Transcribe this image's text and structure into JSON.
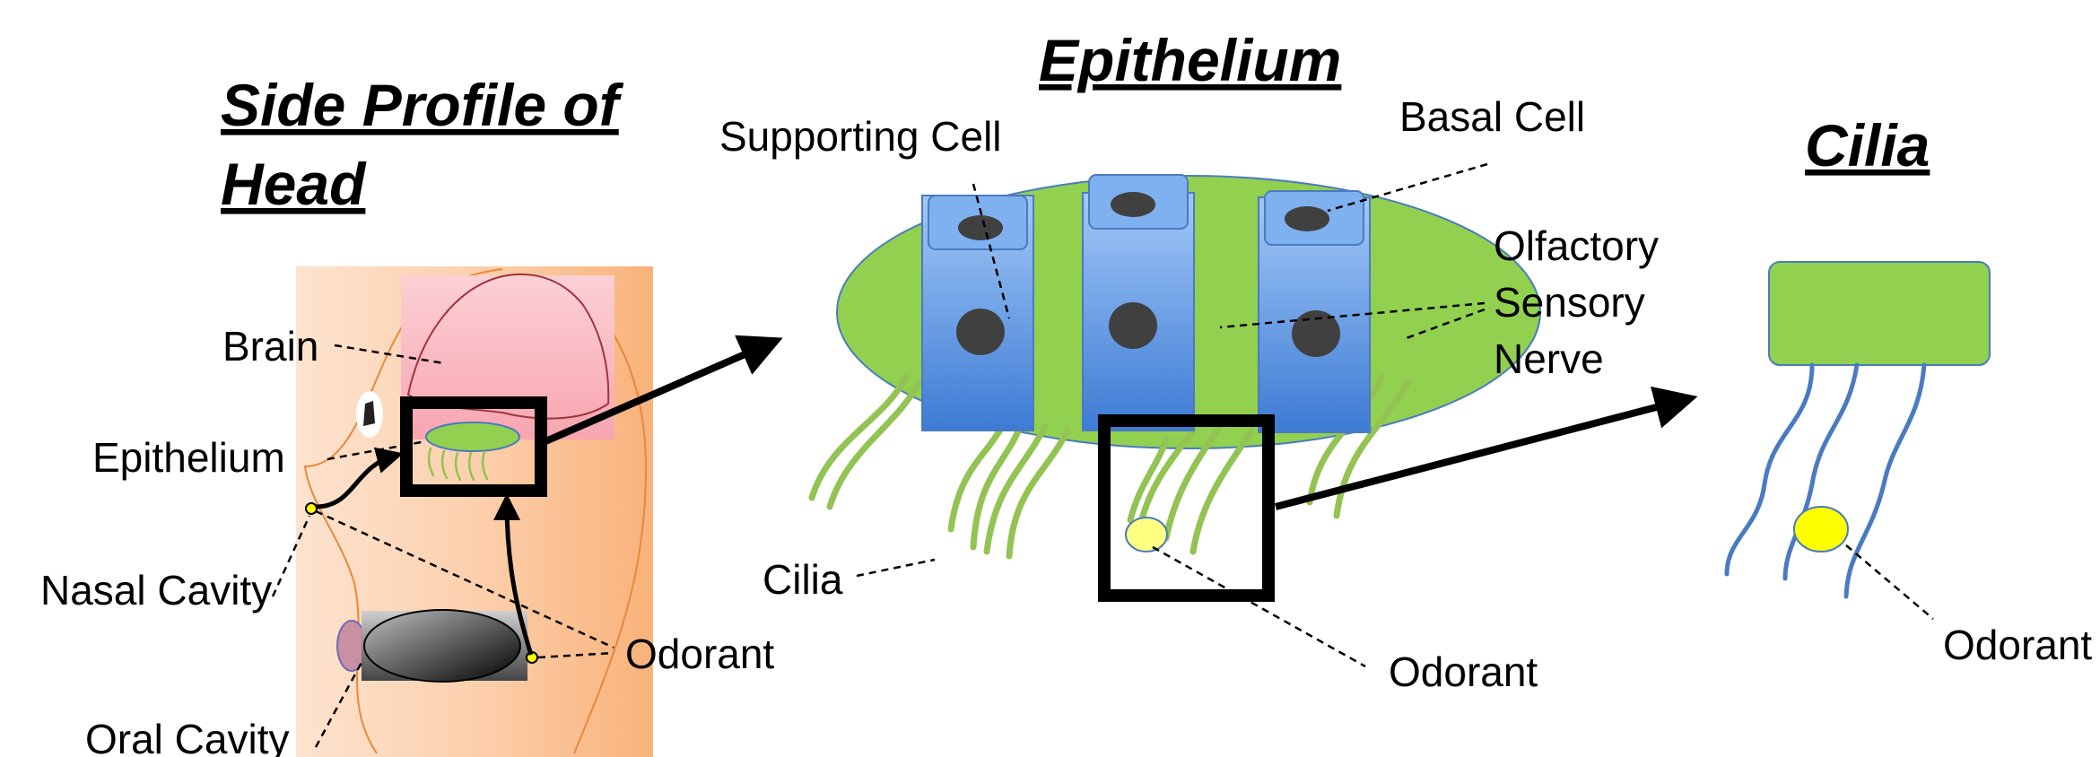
{
  "titles": {
    "side_profile_line1": "Side Profile of",
    "side_profile_line2": "Head",
    "epithelium": "Epithelium",
    "cilia": "Cilia"
  },
  "head_labels": {
    "brain": "Brain",
    "epithelium": "Epithelium",
    "nasal_cavity": "Nasal Cavity",
    "odorant": "Odorant",
    "oral_cavity": "Oral Cavity"
  },
  "epithelium_labels": {
    "supporting_cell": "Supporting Cell",
    "basal_cell": "Basal Cell",
    "olfactory_line1": "Olfactory",
    "olfactory_line2": "Sensory",
    "olfactory_line3": "Nerve",
    "cilia": "Cilia",
    "odorant": "Odorant"
  },
  "cilia_labels": {
    "odorant": "Odorant"
  },
  "colors": {
    "tissue_green": "#92d050",
    "cell_blue_top": "#9dc3f5",
    "cell_blue_bottom": "#3f7fd6",
    "nucleus": "#404040",
    "odorant_yellow": "#ffff00",
    "brain_pink": "#f9b8c0",
    "head_peach": "#fbc89a"
  }
}
